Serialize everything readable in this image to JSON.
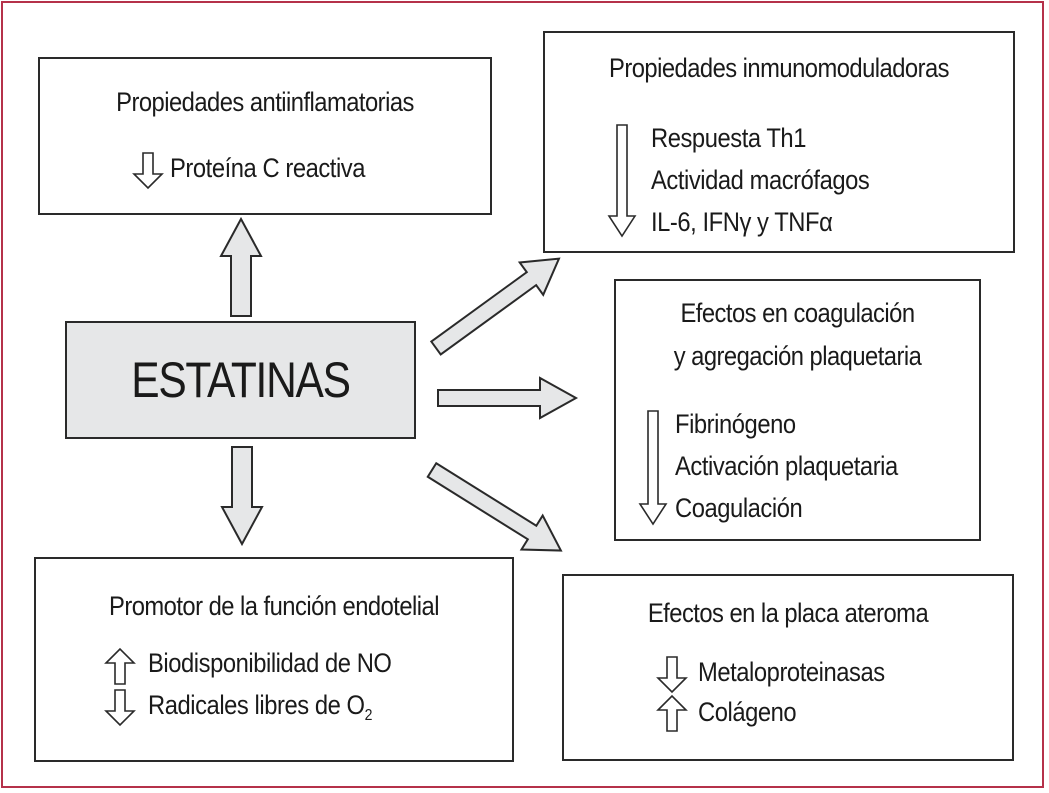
{
  "colors": {
    "frame_border": "#b5314a",
    "box_border": "#2a2a2a",
    "center_fill": "#e6e7e8",
    "arrow_fill": "#e6e7e8",
    "text": "#1a1a1a"
  },
  "center": {
    "label": "ESTATINAS"
  },
  "boxes": {
    "antiinflammatory": {
      "title": "Propiedades antiinflamatorias",
      "items": [
        {
          "direction": "down",
          "icon": "hollow-down-arrow-icon",
          "text": "Proteína C reactiva"
        }
      ]
    },
    "immunomodulatory": {
      "title": "Propiedades inmunomoduladoras",
      "direction": "down",
      "icon": "tall-hollow-down-arrow-icon",
      "items": [
        "Respuesta Th1",
        "Actividad macrófagos",
        "IL-6, IFNγ y TNFα"
      ]
    },
    "coagulation": {
      "title_line1": "Efectos en coagulación",
      "title_line2": "y agregación plaquetaria",
      "direction": "down",
      "icon": "tall-hollow-down-arrow-icon",
      "items": [
        "Fibrinógeno",
        "Activación plaquetaria",
        "Coagulación"
      ]
    },
    "endothelial": {
      "title": "Promotor de la función endotelial",
      "items": [
        {
          "direction": "up",
          "icon": "hollow-up-arrow-icon",
          "text": "Biodisponibilidad de NO"
        },
        {
          "direction": "down",
          "icon": "hollow-down-arrow-icon",
          "text": "Radicales libres de O",
          "subscript": "2"
        }
      ]
    },
    "plaque": {
      "title": "Efectos en la placa ateroma",
      "items": [
        {
          "direction": "down",
          "icon": "hollow-down-arrow-icon",
          "text": "Metaloproteinasas"
        },
        {
          "direction": "up",
          "icon": "hollow-up-arrow-icon",
          "text": "Colágeno"
        }
      ]
    }
  },
  "connectors": [
    {
      "from": "ESTATINAS",
      "to": "Propiedades antiinflamatorias",
      "direction": "up"
    },
    {
      "from": "ESTATINAS",
      "to": "Propiedades inmunomoduladoras",
      "direction": "up-right"
    },
    {
      "from": "ESTATINAS",
      "to": "Efectos en coagulación y agregación plaquetaria",
      "direction": "right"
    },
    {
      "from": "ESTATINAS",
      "to": "Efectos en la placa ateroma",
      "direction": "down-right"
    },
    {
      "from": "ESTATINAS",
      "to": "Promotor de la función endotelial",
      "direction": "down"
    }
  ]
}
